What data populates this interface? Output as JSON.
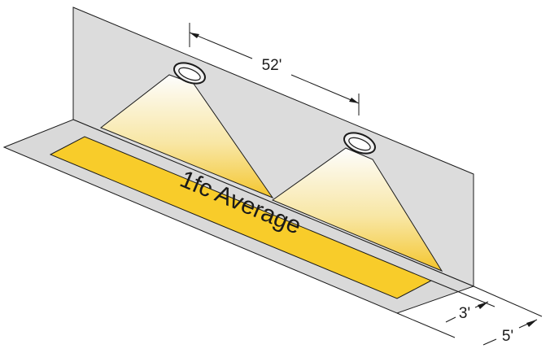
{
  "diagram": {
    "label_main": "1fc Average",
    "dim_spacing": "52'",
    "dim_inner": "3'",
    "dim_outer": "5'"
  },
  "colors": {
    "wall": "#dcdcdc",
    "floor": "#d8d8d8",
    "illuminated_zone": "#f6c92a",
    "light_glow": "#f7d34a",
    "outline": "#1a1a1a"
  },
  "icons": [
    "wall-light-fixture-icon",
    "wall-light-fixture-icon"
  ]
}
